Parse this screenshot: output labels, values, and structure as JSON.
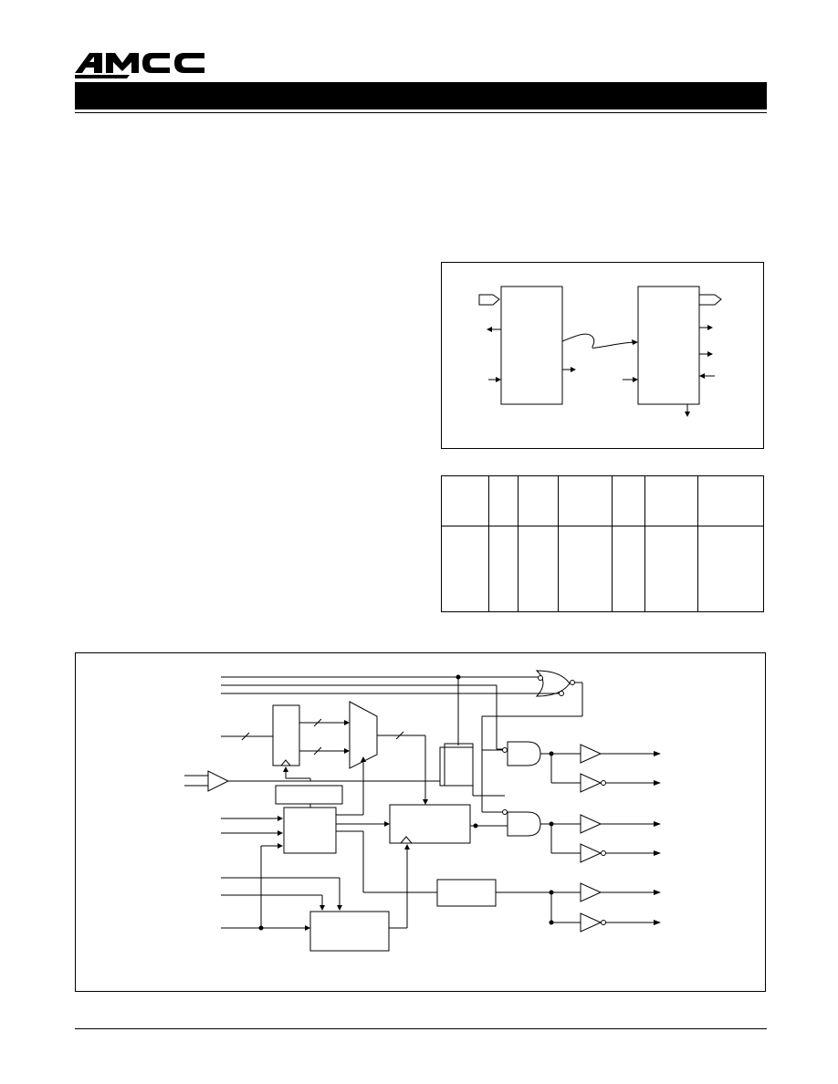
{
  "header": {
    "logo_text": "AMCC",
    "logo_color": "#000000",
    "title_bar_color": "#000000",
    "title_bar_text": ""
  },
  "figures": {
    "application_diagram": {
      "caption": ""
    },
    "specification_table": {
      "columns": 7,
      "rows": 2,
      "caption": ""
    },
    "block_diagram": {
      "caption": ""
    }
  },
  "icons": {
    "logo": "amcc-logo-icon",
    "gates": [
      "nor-gate-icon",
      "and-gate-icon",
      "buffer-icon",
      "inverter-icon",
      "mux-icon"
    ]
  }
}
